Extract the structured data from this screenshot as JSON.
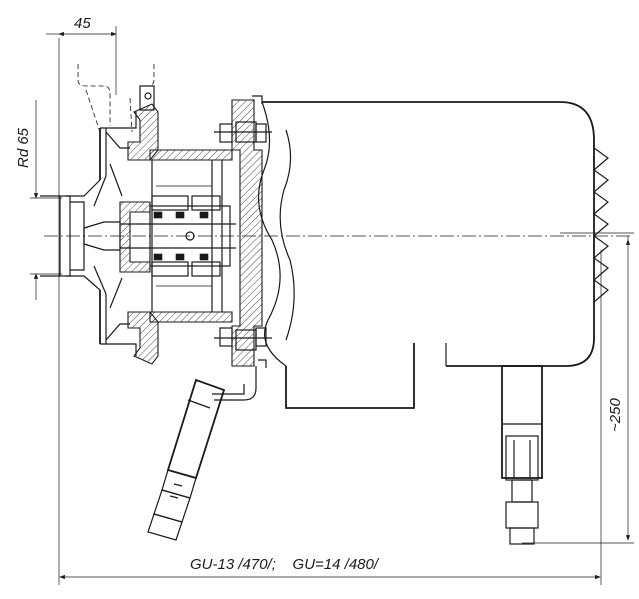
{
  "dimensions": {
    "top_width": "45",
    "thread_diameter": "Rd 65",
    "height": "~250"
  },
  "caption": "GU-13 /470/;    GU=14 /480/"
}
